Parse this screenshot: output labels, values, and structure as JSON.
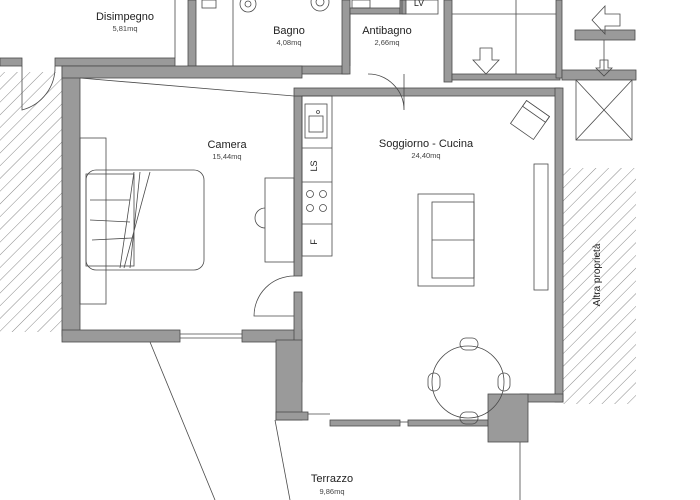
{
  "colors": {
    "wall": "#9a9a9a",
    "line": "#4a4a4a",
    "hatch": "#8a8a8a",
    "paper": "#ffffff"
  },
  "rooms": [
    {
      "id": "disimpegno",
      "name": "Disimpegno",
      "area": "5,81mq"
    },
    {
      "id": "bagno",
      "name": "Bagno",
      "area": "4,08mq"
    },
    {
      "id": "antibagno",
      "name": "Antibagno",
      "area": "2,66mq"
    },
    {
      "id": "camera",
      "name": "Camera",
      "area": "15,44mq"
    },
    {
      "id": "soggiorno",
      "name": "Soggiorno - Cucina",
      "area": "24,40mq"
    },
    {
      "id": "terrazzo",
      "name": "Terrazzo",
      "area": "9,86mq"
    }
  ],
  "labels": {
    "lavatrice": "LV",
    "lavastoviglie": "LS",
    "frigo": "F",
    "altra_proprieta": "Altra proprietà"
  },
  "icons": [
    "entry-arrow-icon",
    "arrow-left-icon",
    "arrow-down-icon"
  ]
}
